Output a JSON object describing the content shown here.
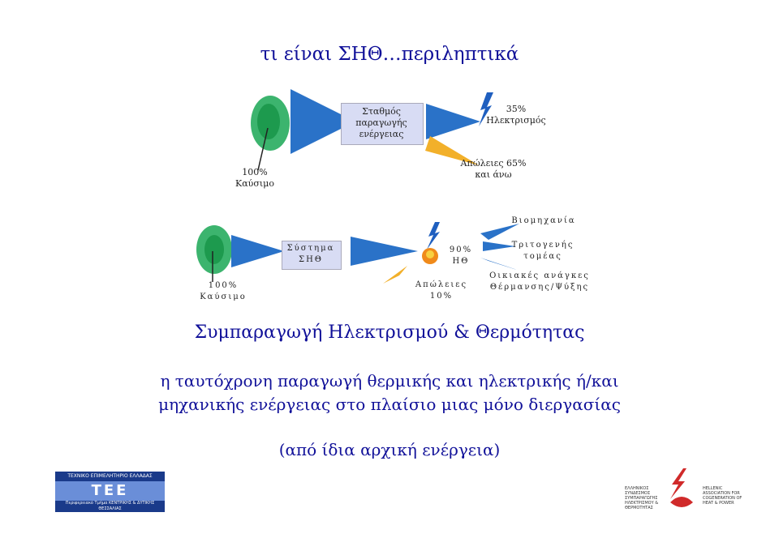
{
  "title": "τι είναι ΣΗΘ…περιληπτικά",
  "top_diagram": {
    "box_label": "Σταθμός παραγωγής ενέργειας",
    "electricity": "35% Ηλεκτρισμός",
    "losses": "Απώλειες 65% και άνω",
    "fuel": "100% Καύσιμο"
  },
  "bottom_diagram": {
    "box_label": "Σύστημα ΣΗΘ",
    "output": "90% ΗΘ",
    "losses": "Απώλειες 10%",
    "fuel": "100% Καύσιμο",
    "sector_industry": "Βιομηχανία",
    "sector_tertiary": "Τριτογενής τομέας",
    "sector_household": "Οικιακές ανάγκες Θέρμανσης/Ψύξης"
  },
  "subtitle": "Συμπαραγωγή Ηλεκτρισμού & Θερμότητας",
  "description_line1": "η ταυτόχρονη παραγωγή θερμικής και ηλεκτρικής ή/και",
  "description_line2": "μηχανικής ενέργειας στο πλαίσιο μιας μόνο διεργασίας",
  "note": "(από ίδια αρχική ενέργεια)",
  "logo_left": {
    "top": "ΤΕΧΝΙΚΟ ΕΠΙΜΕΛΗΤΗΡΙΟ ΕΛΛΑΔΑΣ",
    "mid": "ΤΕΕ",
    "bottom": "Περιφερειακό Τμήμα ΚΕΝΤΡΙΚΗΣ & ΔΥΤΙΚΗΣ ΘΕΣΣΑΛΙΑΣ"
  },
  "logo_right": {
    "greek": "ΕΛΛΗΝΙΚΟΣ ΣΥΝΔΕΣΜΟΣ ΣΥΜΠΑΡΑΓΩΓΗΣ ΗΛΕΚΤΡΙΣΜΟΥ & ΘΕΡΜΟΤΗΤΑΣ",
    "english": "HELLENIC ASSOCIATION FOR COGENERATION OF HEAT & POWER"
  }
}
